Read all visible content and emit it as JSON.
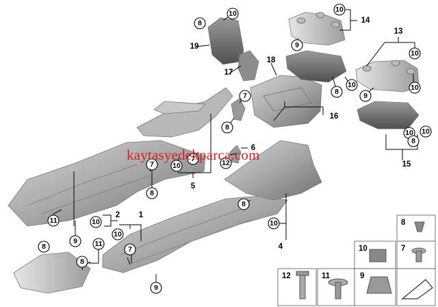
{
  "watermark": "kaytasyedekparca.com",
  "callouts": {
    "c8a": "8",
    "c10a": "10",
    "c9a": "9",
    "c10b": "10",
    "c10c": "10",
    "c9b": "9",
    "c8b": "8",
    "c10d": "10",
    "c7a": "7",
    "c8c": "8",
    "c12": "12",
    "c10e": "10",
    "c7b": "7",
    "c10f": "10",
    "c10g": "10",
    "c10h": "10",
    "c8d": "8",
    "c8e": "8",
    "c11a": "11",
    "c8f": "8",
    "c9c": "9",
    "c10i": "10",
    "c7c": "7",
    "c11b": "11",
    "c8g": "8",
    "c9d": "9",
    "c8h": "8",
    "c10j": "10",
    "c7d": "7",
    "c10k": "10"
  },
  "group_labels": {
    "g1": "1",
    "g2": "2",
    "g4": "4",
    "g5": "5",
    "g6": "6",
    "g13": "13",
    "g14": "14",
    "g15": "15",
    "g16": "16",
    "g17": "17",
    "g18": "18",
    "g19": "19"
  },
  "legend": {
    "l8": "8",
    "l7": "7",
    "l10": "10",
    "l12": "12",
    "l11": "11",
    "l9": "9"
  }
}
